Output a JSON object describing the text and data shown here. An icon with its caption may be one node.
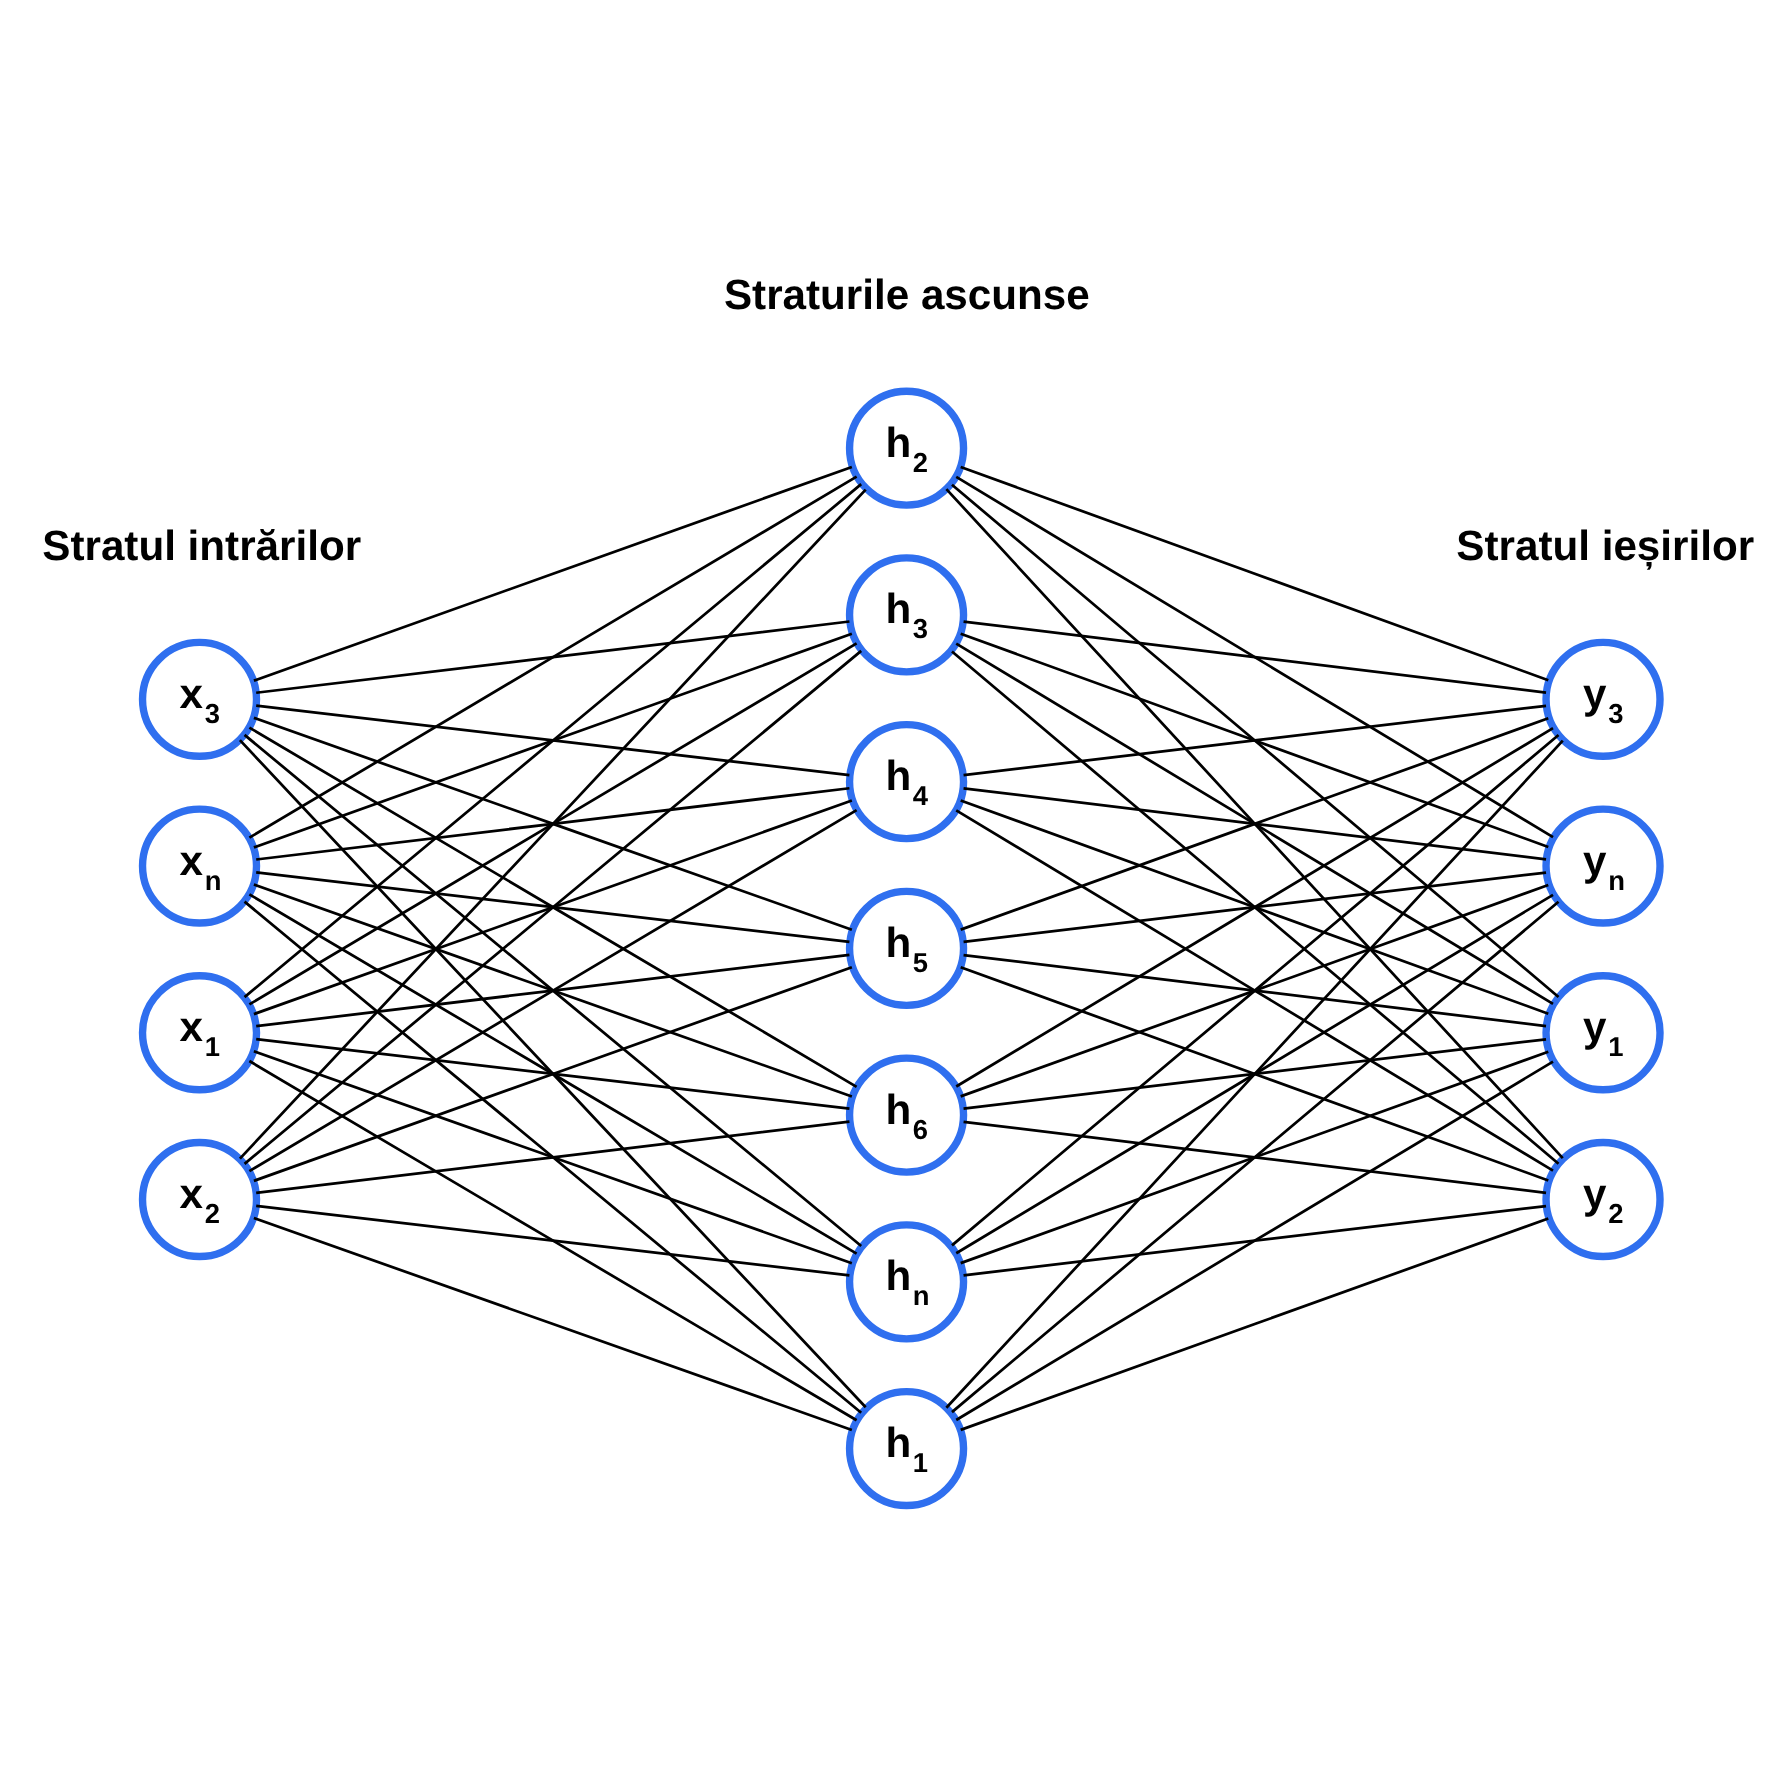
{
  "diagram": {
    "nodes": [
      {
        "text": [
          "h$_{1}$"
        ]
      },
      {
        "text": [
          "h$_{2}$"
        ]
      },
      {
        "text": [
          "x$_{1}$"
        ]
      },
      {
        "text": [
          "h$_{3}$"
        ]
      },
      {
        "text": [
          "y$_{1}$"
        ]
      },
      {
        "text": [
          "x$_{2}$"
        ]
      },
      {
        "text": [
          "h$_{4}$"
        ]
      },
      {
        "text": [
          "y$_{2}$"
        ]
      },
      {
        "text": [
          "x$_{3}$"
        ]
      },
      {
        "text": [
          "h$_{5}$"
        ]
      },
      {
        "text": [
          "y$_{3}$"
        ]
      },
      {
        "text": [
          "h$_{6}$"
        ]
      },
      {
        "text": [
          "x$_{n}$"
        ]
      },
      {
        "text": [
          "y$_{n}$"
        ]
      },
      {
        "text": [
          "h$_{n}$"
        ]
      }
    ],
    "edges": [
      {
        "from": 2,
        "to": 0,
        "arrow": "none"
      },
      {
        "from": 2,
        "to": 1,
        "arrow": "none"
      },
      {
        "from": 2,
        "to": 3,
        "arrow": "none"
      },
      {
        "from": 2,
        "to": 6,
        "arrow": "none"
      },
      {
        "from": 2,
        "to": 9,
        "arrow": "none"
      },
      {
        "from": 2,
        "to": 11,
        "arrow": "none"
      },
      {
        "from": 2,
        "to": 14,
        "arrow": "none"
      },
      {
        "from": 5,
        "to": 0,
        "arrow": "none"
      },
      {
        "from": 5,
        "to": 1,
        "arrow": "none"
      },
      {
        "from": 5,
        "to": 3,
        "arrow": "none"
      },
      {
        "from": 5,
        "to": 6,
        "arrow": "none"
      },
      {
        "from": 5,
        "to": 9,
        "arrow": "none"
      },
      {
        "from": 5,
        "to": 11,
        "arrow": "none"
      },
      {
        "from": 5,
        "to": 14,
        "arrow": "none"
      },
      {
        "from": 8,
        "to": 0,
        "arrow": "none"
      },
      {
        "from": 8,
        "to": 1,
        "arrow": "none"
      },
      {
        "from": 8,
        "to": 3,
        "arrow": "none"
      },
      {
        "from": 8,
        "to": 6,
        "arrow": "none"
      },
      {
        "from": 8,
        "to": 9,
        "arrow": "none"
      },
      {
        "from": 8,
        "to": 11,
        "arrow": "none"
      },
      {
        "from": 8,
        "to": 14,
        "arrow": "none"
      },
      {
        "from": 12,
        "to": 0,
        "arrow": "none"
      },
      {
        "from": 12,
        "to": 1,
        "arrow": "none"
      },
      {
        "from": 12,
        "to": 3,
        "arrow": "none"
      },
      {
        "from": 12,
        "to": 6,
        "arrow": "none"
      },
      {
        "from": 12,
        "to": 9,
        "arrow": "none"
      },
      {
        "from": 12,
        "to": 11,
        "arrow": "none"
      },
      {
        "from": 12,
        "to": 14,
        "arrow": "none"
      },
      {
        "from": 0,
        "to": 4,
        "arrow": "none"
      },
      {
        "from": 0,
        "to": 7,
        "arrow": "none"
      },
      {
        "from": 0,
        "to": 10,
        "arrow": "none"
      },
      {
        "from": 0,
        "to": 13,
        "arrow": "none"
      },
      {
        "from": 1,
        "to": 4,
        "arrow": "none"
      },
      {
        "from": 1,
        "to": 7,
        "arrow": "none"
      },
      {
        "from": 1,
        "to": 10,
        "arrow": "none"
      },
      {
        "from": 1,
        "to": 13,
        "arrow": "none"
      },
      {
        "from": 3,
        "to": 4,
        "arrow": "none"
      },
      {
        "from": 3,
        "to": 7,
        "arrow": "none"
      },
      {
        "from": 3,
        "to": 10,
        "arrow": "none"
      },
      {
        "from": 3,
        "to": 13,
        "arrow": "none"
      },
      {
        "from": 6,
        "to": 4,
        "arrow": "none"
      },
      {
        "from": 6,
        "to": 7,
        "arrow": "none"
      },
      {
        "from": 6,
        "to": 10,
        "arrow": "none"
      },
      {
        "from": 6,
        "to": 13,
        "arrow": "none"
      },
      {
        "from": 9,
        "to": 4,
        "arrow": "none"
      },
      {
        "from": 9,
        "to": 7,
        "arrow": "none"
      },
      {
        "from": 9,
        "to": 10,
        "arrow": "none"
      },
      {
        "from": 9,
        "to": 13,
        "arrow": "none"
      },
      {
        "from": 11,
        "to": 4,
        "arrow": "none"
      },
      {
        "from": 11,
        "to": 7,
        "arrow": "none"
      },
      {
        "from": 11,
        "to": 10,
        "arrow": "none"
      },
      {
        "from": 11,
        "to": 13,
        "arrow": "none"
      },
      {
        "from": 14,
        "to": 4,
        "arrow": "none"
      },
      {
        "from": 14,
        "to": 7,
        "arrow": "none"
      },
      {
        "from": 14,
        "to": 10,
        "arrow": "none"
      },
      {
        "from": 14,
        "to": 13,
        "arrow": "none"
      }
    ],
    "labels": [
      "Stratul intrărilor",
      "Stratul ieșirilor",
      "Straturile ascunse"
    ]
  }
}
